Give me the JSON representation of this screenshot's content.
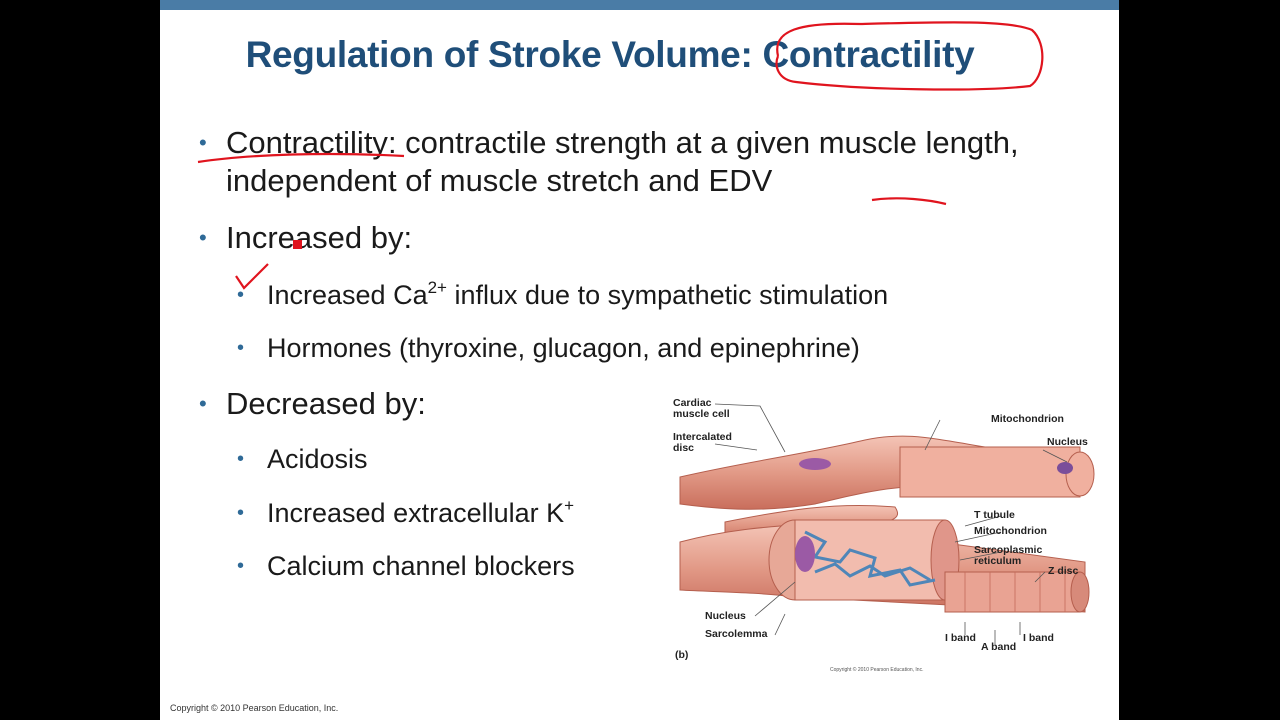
{
  "slide": {
    "title_main": "Regulation of Stroke Volume: ",
    "title_highlight": "Contractility",
    "bullet1_term": "Contractility",
    "bullet1_rest": ": contractile strength at a given muscle length, independent of muscle stretch and ",
    "bullet1_edv": "EDV",
    "bullet2": "Increased by:",
    "sub1_pre": "Increased Ca",
    "sub1_sup": "2+",
    "sub1_post": " influx due to sympathetic stimulation",
    "sub2": "Hormones (thyroxine, glucagon, and epinephrine)",
    "bullet3": "Decreased by:",
    "sub3": "Acidosis",
    "sub4_pre": "Increased extracellular K",
    "sub4_sup": "+",
    "sub5": "Calcium channel blockers",
    "bullet_glyph": "•"
  },
  "figure": {
    "labels": {
      "cardiac_cell_1": "Cardiac",
      "cardiac_cell_2": "muscle cell",
      "intercalated_1": "Intercalated",
      "intercalated_2": "disc",
      "mitochondrion_top": "Mitochondrion",
      "nucleus_top": "Nucleus",
      "t_tubule": "T tubule",
      "mitochondrion": "Mitochondrion",
      "sarcoplasmic_1": "Sarcoplasmic",
      "sarcoplasmic_2": "reticulum",
      "z_disc": "Z disc",
      "nucleus": "Nucleus",
      "sarcolemma": "Sarcolemma",
      "i_band_left": "I band",
      "i_band_right": "I band",
      "a_band": "A band",
      "panel": "(b)"
    },
    "copyright": "Copyright © 2010 Pearson Education, Inc."
  },
  "footer": {
    "copyright": "Copyright © 2010 Pearson Education, Inc."
  },
  "colors": {
    "title": "#1f4e79",
    "topbar": "#4a7ca6",
    "annotation": "#e0141e",
    "muscle": "#e9a393",
    "reticulum": "#4f86b8"
  }
}
